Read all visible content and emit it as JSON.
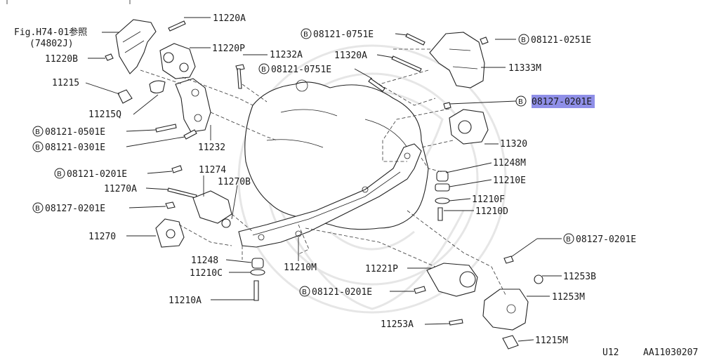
{
  "diagram": {
    "reference_label": "Fig.H74-01参照",
    "reference_code": "(74802J)",
    "bolt_symbol": "B",
    "footer_model": "U12",
    "footer_code": "AA11030207",
    "labels": {
      "p11220A": "11220A",
      "p11220P": "11220P",
      "p11220B": "11220B",
      "p11215": "11215",
      "p11215Q": "11215Q",
      "b0501E": "08121-0501E",
      "b0301E": "08121-0301E",
      "p11232": "11232",
      "p11232A": "11232A",
      "b0751E_mid": "08121-0751E",
      "b0751E_top": "08121-0751E",
      "p11320A": "11320A",
      "b0251E": "08121-0251E",
      "p11333M": "11333M",
      "b27_0201E_hl": "08127-0201E",
      "p11320": "11320",
      "b0201E_left": "08121-0201E",
      "p11274": "11274",
      "p11270A": "11270A",
      "p11270B": "11270B",
      "b27_0201E_left": "08127-0201E",
      "p11270": "11270",
      "p11248M": "11248M",
      "p11210E": "11210E",
      "p11210F": "11210F",
      "p11210D": "11210D",
      "b27_0201E_right": "08127-0201E",
      "p11248": "11248",
      "p11210C": "11210C",
      "p11210M": "11210M",
      "p11221P": "11221P",
      "p11253B": "11253B",
      "b0201E_bottom": "08121-0201E",
      "p11253M": "11253M",
      "p11210A": "11210A",
      "p11253A": "11253A",
      "p11215M": "11215M"
    }
  }
}
